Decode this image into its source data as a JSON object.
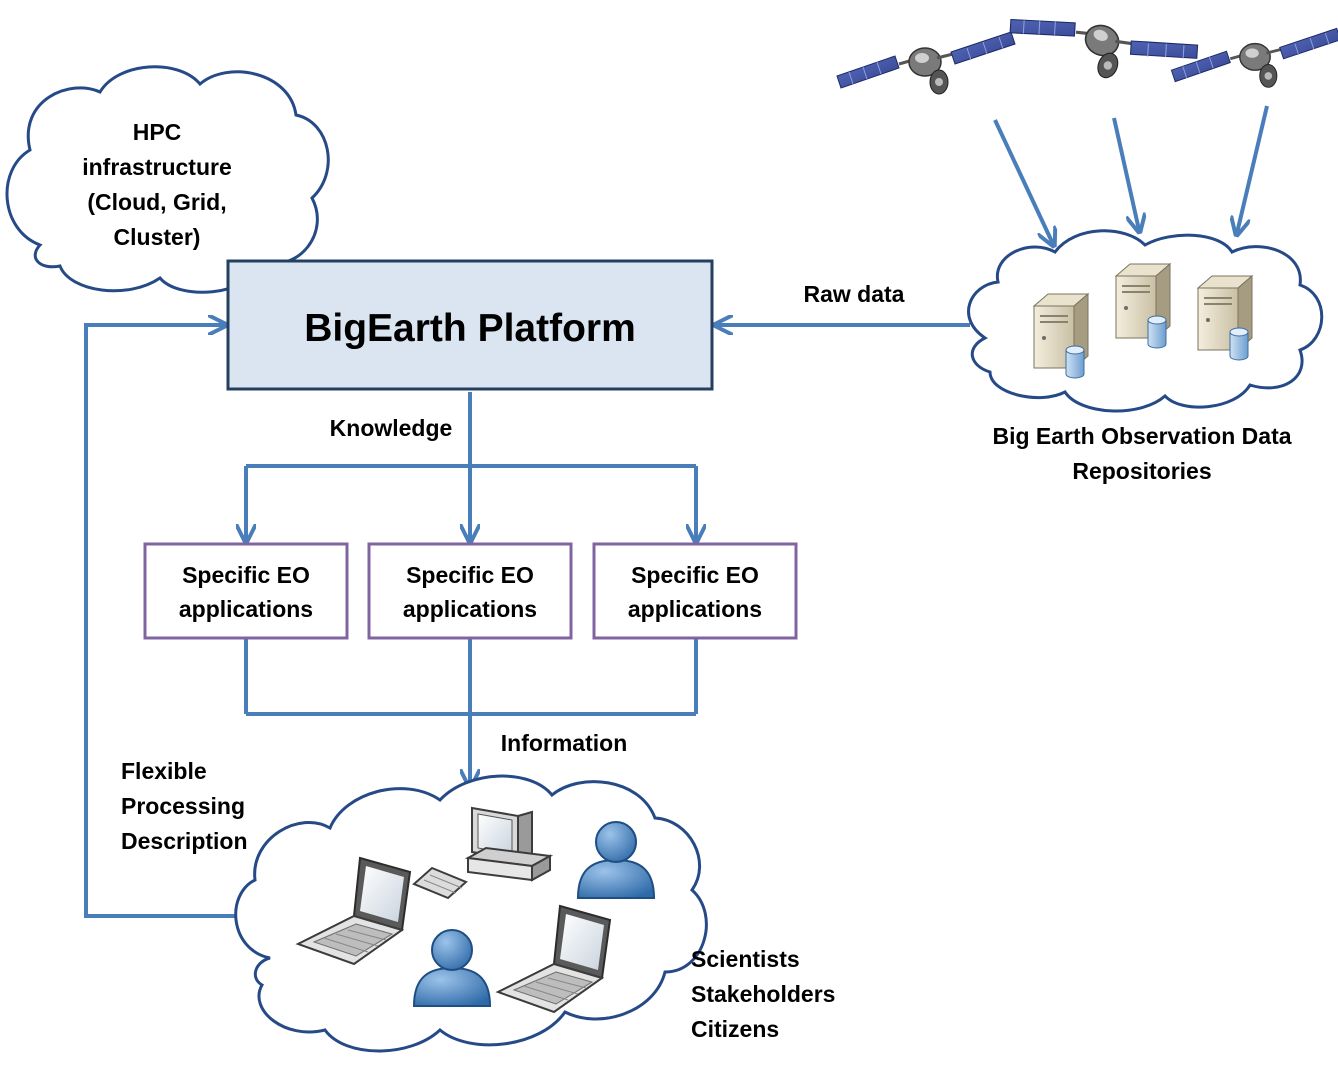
{
  "platform": {
    "label": "BigEarth Platform"
  },
  "hpc": {
    "lines": [
      "HPC",
      "infrastructure",
      "(Cloud, Grid,",
      "Cluster)"
    ]
  },
  "repositories": {
    "lines": [
      "Big Earth Observation Data",
      "Repositories"
    ]
  },
  "flows": {
    "raw_data": "Raw data",
    "knowledge": "Knowledge",
    "information": "Information",
    "feedback": [
      "Flexible",
      "Processing",
      "Description"
    ]
  },
  "applications": [
    {
      "lines": [
        "Specific EO",
        "applications"
      ]
    },
    {
      "lines": [
        "Specific EO",
        "applications"
      ]
    },
    {
      "lines": [
        "Specific EO",
        "applications"
      ]
    }
  ],
  "users": {
    "lines": [
      "Scientists",
      "Stakeholders",
      "Citizens"
    ]
  },
  "colors": {
    "arrow": "#4a7ebb",
    "platform_fill": "#dbe5f1",
    "platform_border": "#243f60",
    "app_fill": "#ffffff",
    "app_border": "#8064a2",
    "cloud_border": "#254a87",
    "satellite_panel": "#3b4ea0",
    "person": "#4a86c5"
  },
  "icons": [
    "satellite-icon",
    "server-icon",
    "laptop-icon",
    "desktop-computer-icon",
    "person-icon"
  ]
}
